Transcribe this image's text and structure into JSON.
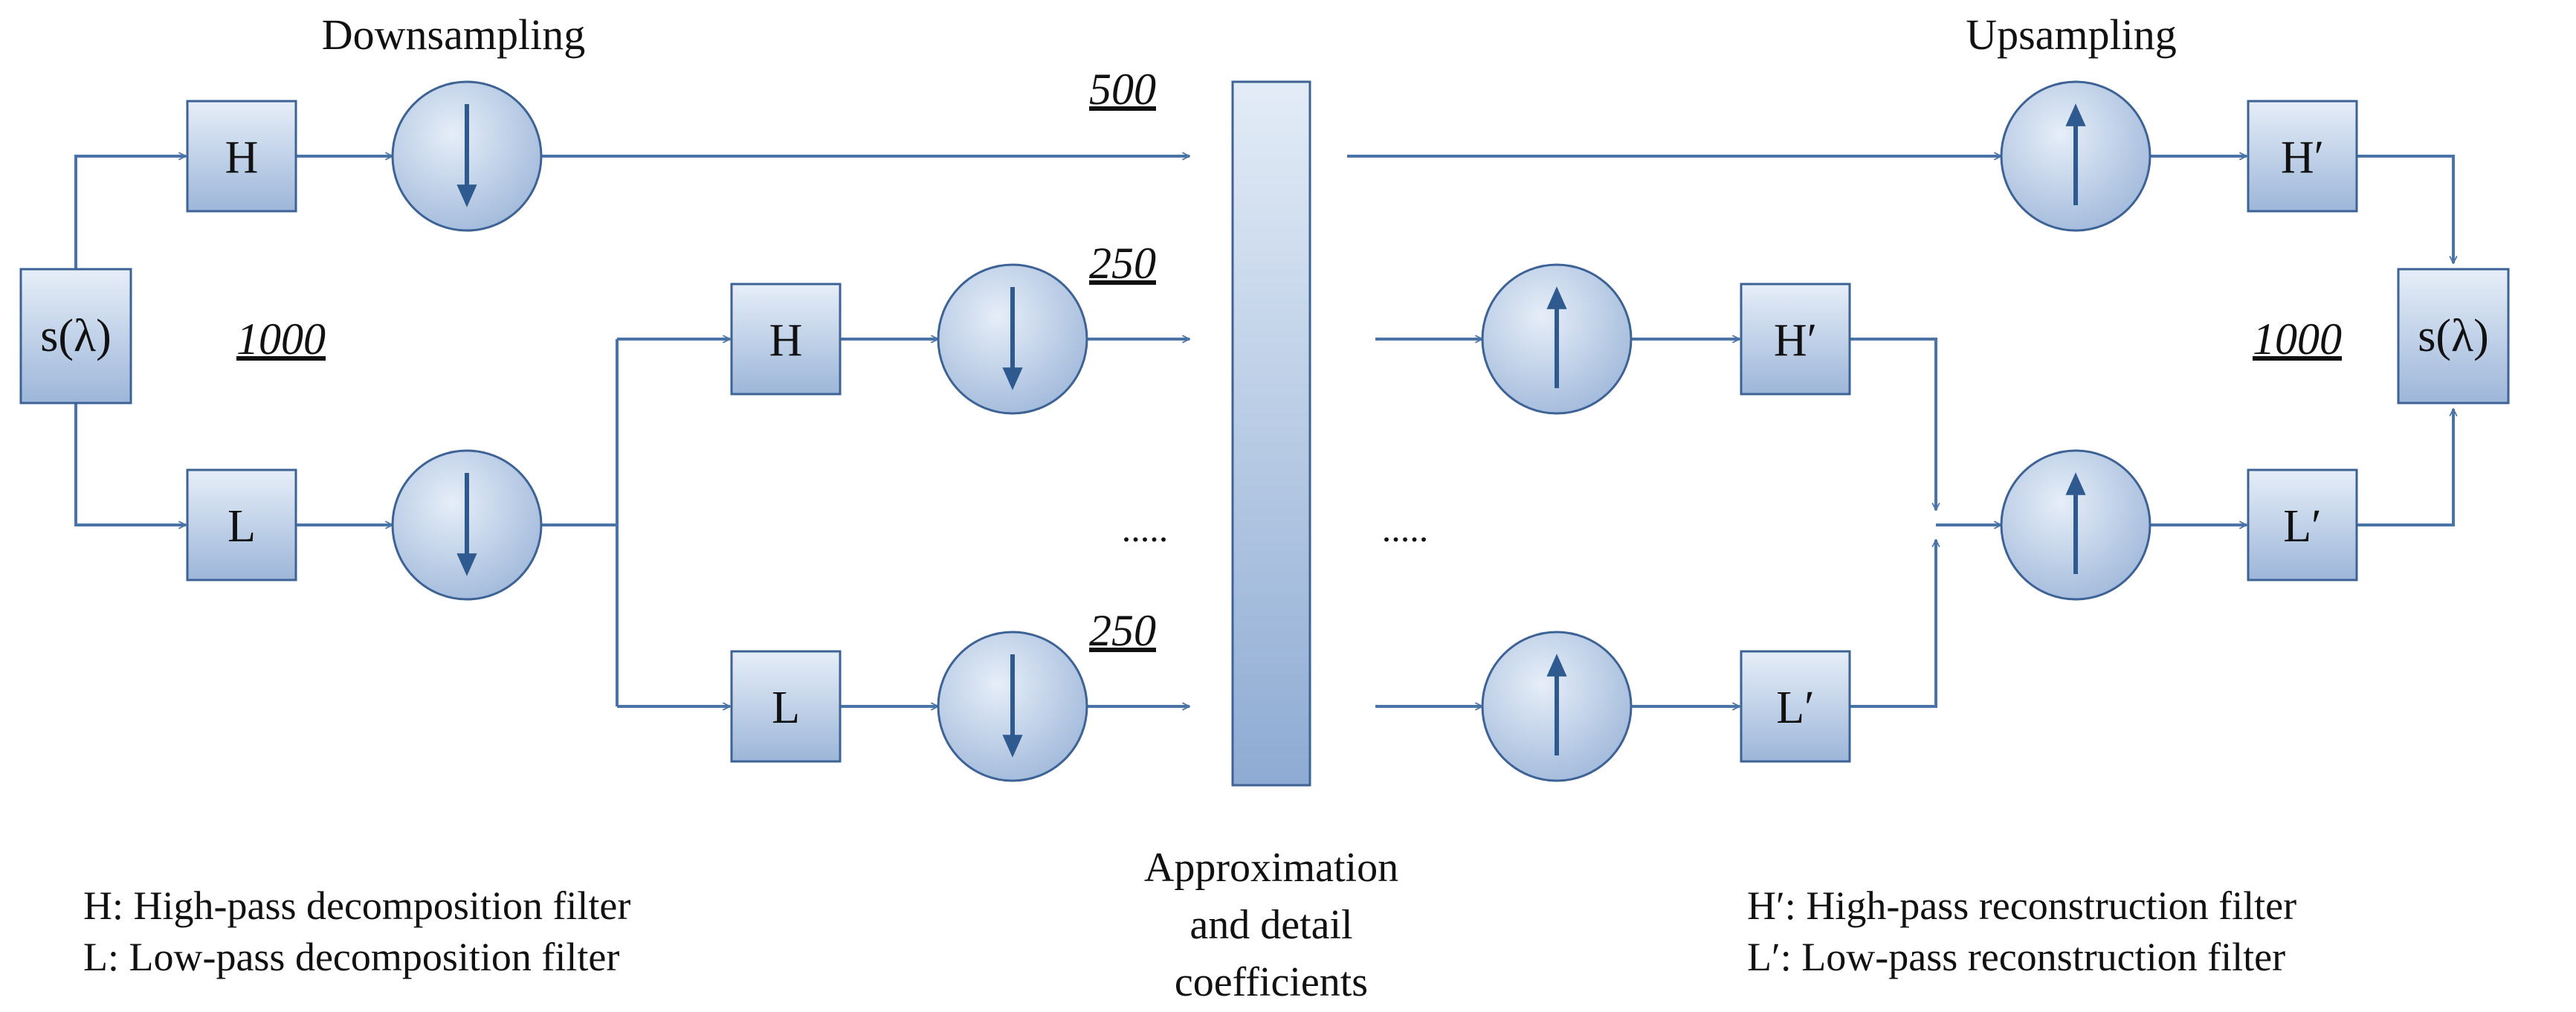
{
  "diagram": {
    "title_left": "Downsampling",
    "title_right": "Upsampling",
    "signal_label": "s(λ)",
    "high_filter": "H",
    "low_filter": "L",
    "high_recon": "H′",
    "low_recon": "L′",
    "count_input": "1000",
    "count_output": "1000",
    "count_level1": "500",
    "count_level2_top": "250",
    "count_level2_bottom": "250",
    "ellipsis_left": ".....",
    "ellipsis_right": ".....",
    "center_label_line1": "Approximation",
    "center_label_line2": "and detail",
    "center_label_line3": "coefficients"
  },
  "legend": {
    "left_line1": "H: High-pass decomposition filter",
    "left_line2": "L: Low-pass decomposition  filter",
    "right_line1": "H′: High-pass reconstruction filter",
    "right_line2": "L′: Low-pass reconstruction  filter"
  },
  "colors": {
    "block_fill_top": "#e3ecf7",
    "block_fill_bottom": "#9fb8da",
    "block_stroke": "#3d6396",
    "wire": "#4a74a8"
  }
}
